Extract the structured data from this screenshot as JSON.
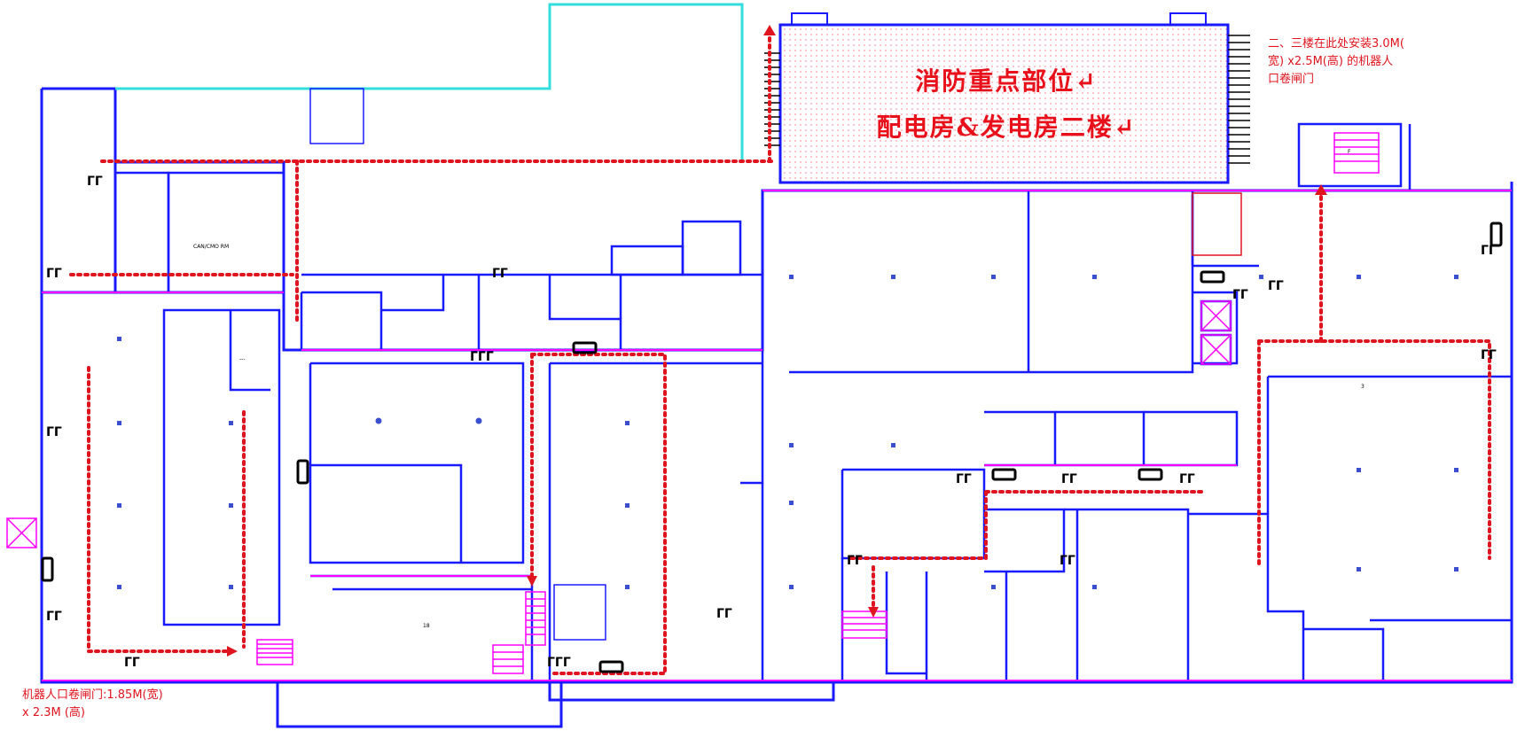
{
  "canvas": {
    "background": "#ffffff"
  },
  "colors": {
    "wall": "#1a1aff",
    "door_line": "#ff00ff",
    "route": "#e0141e",
    "fill_hatch": "#ff9aa8",
    "stair_pink": "#ff00ff",
    "cyan_wall": "#33dddd",
    "column": "#3a4fd0",
    "hydrant": "#000000"
  },
  "key_area": {
    "line1": "消防重点部位↵",
    "line2": "配电房&发电房二楼↵"
  },
  "notes": {
    "top_right": [
      "二、三楼在此处安装3.0M(",
      "宽) x2.5M(高) 的机器人",
      "口卷闸门"
    ],
    "bottom_left": [
      "机器人口卷闸门:1.85M(宽)",
      "x 2.3M (高)"
    ]
  },
  "room_labels": {
    "ahu_room": "CAN/CMO RM",
    "small_a": "---",
    "room_18": "18",
    "room_b": "F",
    "room_c": "3"
  },
  "icons": [
    "fire-hydrant-icon",
    "fire-extinguisher-icon",
    "exit-arrow-icon",
    "stair-icon",
    "elevator-icon"
  ]
}
